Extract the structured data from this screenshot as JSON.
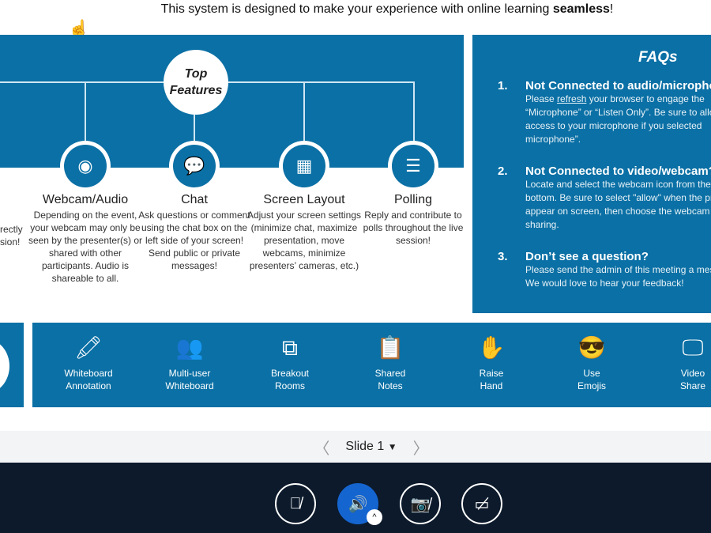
{
  "headline": {
    "text": "This system is designed to make your experience with online learning ",
    "bold": "seamless",
    "end": "!"
  },
  "top_features": {
    "line1": "Top",
    "line2": "Features"
  },
  "partial_left": [
    "rectly",
    "sion!"
  ],
  "features": [
    {
      "icon": "webcam-icon",
      "glyph": "◉",
      "title": "Webcam/Audio",
      "desc": "Depending on the event, your webcam may only be seen by the presenter(s) or shared with other participants. Audio is shareable to all."
    },
    {
      "icon": "chat-icon",
      "glyph": "💬",
      "title": "Chat",
      "desc": "Ask questions or comment using the chat box on the left side of your screen! Send public or private messages!"
    },
    {
      "icon": "layout-icon",
      "glyph": "▦",
      "title": "Screen Layout",
      "desc": "Adjust your screen settings (minimize chat, maximize presentation, move webcams, minimize presenters’ cameras, etc.)"
    },
    {
      "icon": "polling-icon",
      "glyph": "☰",
      "title": "Polling",
      "desc": "Reply and contribute to polls throughout the live session!"
    }
  ],
  "faq": {
    "title": "FAQs",
    "items": [
      {
        "num": "1.",
        "q": "Not Connected to audio/microphone?",
        "lines": [
          "Please |refresh| your browser to engage the",
          "“Microphone” or “Listen Only”. Be sure to allow",
          "access to your microphone if you selected",
          "microphone”."
        ]
      },
      {
        "num": "2.",
        "q": "Not Connected to video/webcam?",
        "lines": [
          "Locate and select the webcam icon from the",
          "bottom. Be sure to select \"allow\" when the prompts",
          "appear on screen, then choose the webcam for",
          "sharing."
        ]
      },
      {
        "num": "3.",
        "q": "Don’t see a question?",
        "lines": [
          "Please send the admin of this meeting a message.",
          "We would love to hear your feedback!"
        ]
      }
    ]
  },
  "tools": [
    {
      "icon": "whiteboard-annotation-icon",
      "glyph": "🖍",
      "l1": "Whiteboard",
      "l2": "Annotation"
    },
    {
      "icon": "multi-user-icon",
      "glyph": "👥",
      "l1": "Multi-user",
      "l2": "Whiteboard"
    },
    {
      "icon": "breakout-rooms-icon",
      "glyph": "⧉",
      "l1": "Breakout",
      "l2": "Rooms"
    },
    {
      "icon": "shared-notes-icon",
      "glyph": "📋",
      "l1": "Shared",
      "l2": "Notes"
    },
    {
      "icon": "raise-hand-icon",
      "glyph": "✋",
      "l1": "Raise",
      "l2": "Hand"
    },
    {
      "icon": "emoji-icon",
      "glyph": "😎",
      "l1": "Use",
      "l2": "Emojis"
    },
    {
      "icon": "video-share-icon",
      "glyph": "🖵",
      "l1": "Video",
      "l2": "Share"
    }
  ],
  "nav": {
    "slide": "Slide 1"
  },
  "controls": [
    {
      "name": "mute-microphone-button",
      "icon": "microphone-muted-icon",
      "glyph": "🎙̸"
    },
    {
      "name": "audio-button",
      "icon": "speaker-icon",
      "glyph": "🔊"
    },
    {
      "name": "webcam-button",
      "icon": "camera-off-icon",
      "glyph": "📷̸"
    },
    {
      "name": "screen-share-button",
      "icon": "screen-share-off-icon",
      "glyph": "▭̸"
    }
  ]
}
